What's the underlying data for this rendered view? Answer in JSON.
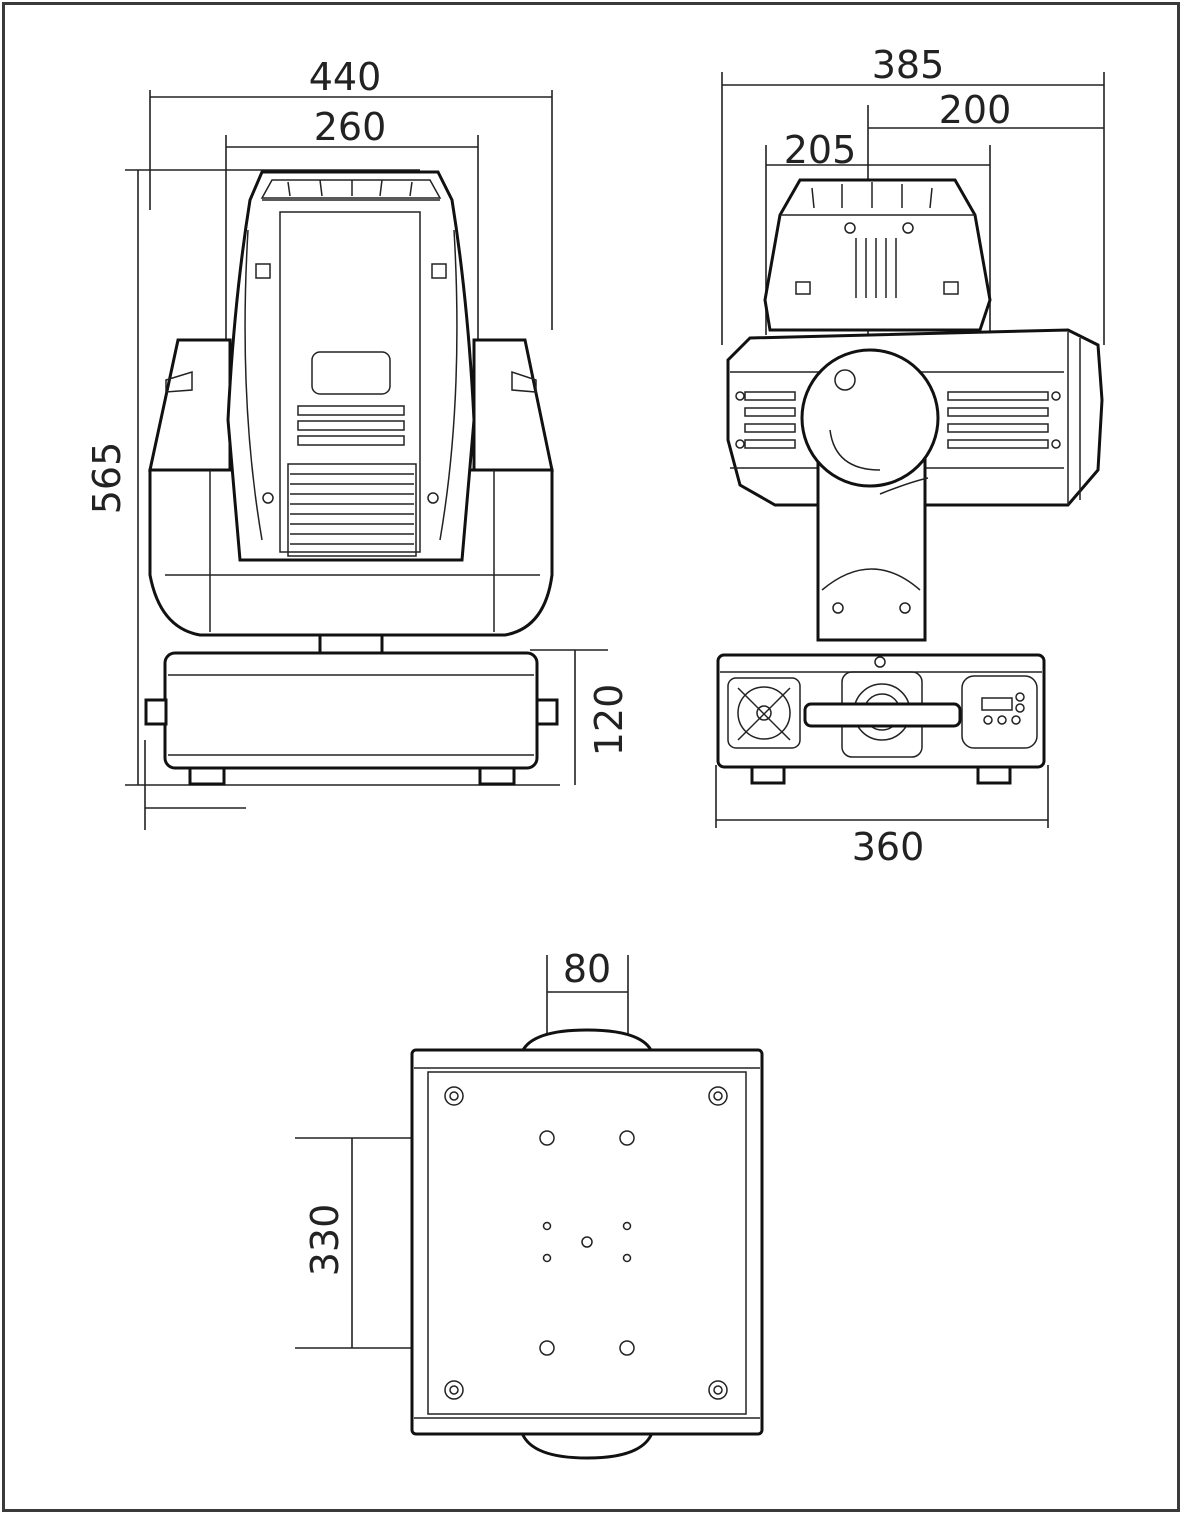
{
  "drawing": {
    "front_view": {
      "overall_width": "440",
      "head_width": "260",
      "overall_height": "565",
      "base_height": "120"
    },
    "side_view": {
      "overall_depth": "385",
      "rear_depth": "200",
      "front_depth": "205",
      "base_depth": "360"
    },
    "bottom_view": {
      "hole_spacing_x": "80",
      "hole_spacing_y": "330"
    }
  }
}
